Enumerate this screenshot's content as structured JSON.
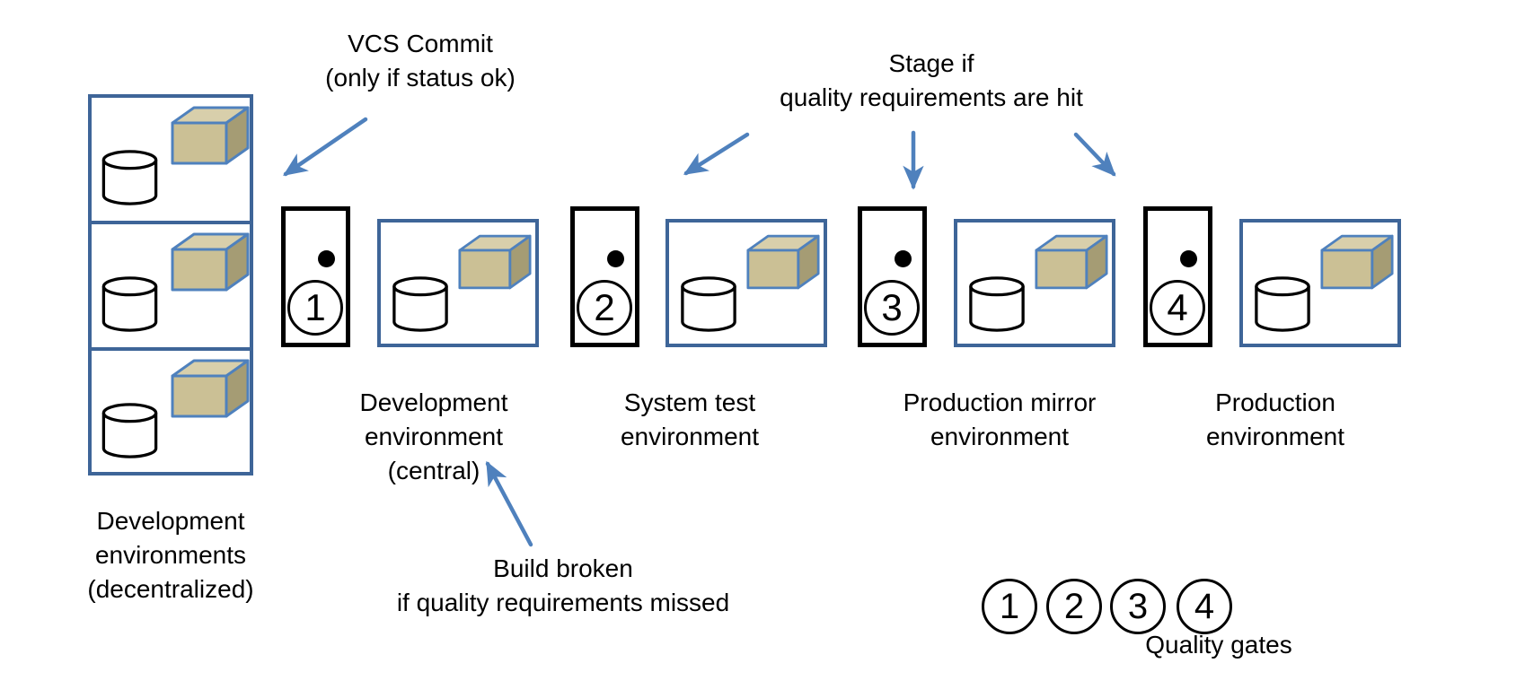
{
  "colors": {
    "box_border": "#3e6598",
    "gate_border": "#000000",
    "arrow": "#4f81bd",
    "cube_stroke": "#4f81bd",
    "cube_front": "#cbc095",
    "cube_top": "#d8cfab",
    "cube_side": "#a59c74",
    "text": "#000000"
  },
  "annotations": {
    "vcs_commit": {
      "line1": "VCS Commit",
      "line2": "(only if status ok)"
    },
    "stage": {
      "line1": "Stage if",
      "line2": "quality requirements are hit"
    },
    "build_broken": {
      "line1": "Build broken",
      "line2": "if quality requirements missed"
    }
  },
  "dev_stack": {
    "label_lines": [
      "Development",
      "environments",
      "(decentralized)"
    ]
  },
  "environments": [
    {
      "id": "dev-central",
      "label_lines": [
        "Development",
        "environment",
        "(central)"
      ]
    },
    {
      "id": "system-test",
      "label_lines": [
        "System test",
        "environment"
      ]
    },
    {
      "id": "production-mirror",
      "label_lines": [
        "Production mirror",
        "environment"
      ]
    },
    {
      "id": "production",
      "label_lines": [
        "Production",
        "environment"
      ]
    }
  ],
  "gates": [
    {
      "number": "1"
    },
    {
      "number": "2"
    },
    {
      "number": "3"
    },
    {
      "number": "4"
    }
  ],
  "legend": {
    "items": [
      "1",
      "2",
      "3",
      "4"
    ],
    "label": "Quality gates"
  }
}
